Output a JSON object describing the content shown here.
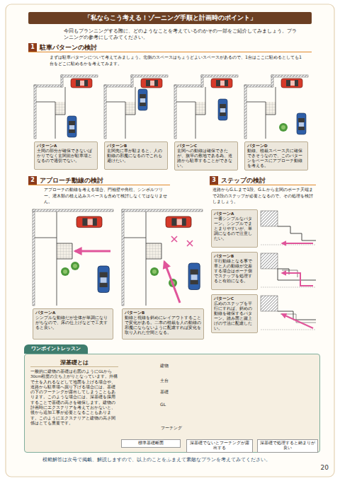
{
  "diagram": {
    "title": "「私ならこう考える！ゾーニング手順と計画時のポイント」",
    "nodes": [
      {
        "text": [
          "「私ならこう考える！ゾーニング手順と計画時のポイント」"
        ]
      },
      {
        "text": [
          "パターンA",
          "土間の部分が確保できないばかりでなく玄関前が駐車場となるので適切でない。"
        ]
      },
      {
        "text": [
          "パターンB",
          "玄関先に車が駐まると、人の動線の邪魔になるのでこれも避けたい。"
        ]
      },
      {
        "text": [
          "パターンC",
          "玄関への動線は確保できたが、旗竿の敷地である為、道路から駐車することができない。"
        ]
      },
      {
        "text": [
          "パターンD",
          "動線、植栽スペース共に確保できそうなので、このパターンをベースにアプローチ動線を考える。"
        ]
      },
      {
        "text": [
          "パターンA",
          "シンプルな動線だが全体が単調になりがちなので、床の仕上げなどで工夫すると良い。"
        ]
      },
      {
        "text": [
          "パターンB",
          "動線と視線を斜めにレイアウトすることで変化がある。二本の植栽を人の動線の邪魔にならないように配慮すれば変化を取り入れた空間となる。"
        ]
      },
      {
        "text": [
          "パターンA",
          "一番シンプルなパターン。シンプルでまとまりやすいが、単調になるので注意したい。"
        ]
      },
      {
        "text": [
          "パターンB",
          "平行動線となる事で車と人の動線が交差する場合はポーチ側でステップを処理すると有効になる。"
        ]
      },
      {
        "text": [
          "パターンC",
          "広めのステップを平行にすれば、斜めの動線を確保するパターン。踏み面と蹴上げの寸法に配慮したい。"
        ]
      },
      {
        "text": [
          "ワンポイントレッスン",
          "深基礎とは",
          "一般的に建物の基礎は右図のようにGLから30cm程度の立ち上がりとなっています。外構で土を入れるなどして地面を上げる場合や、道路から駐車場へ掘り下げる場合には、基礎の下のフーチングが露出してしまうこともあります。このような場合には、深基礎を採用することで基礎の高さを確保します。建物の計画時にエクステリアを考えておかないと、後から追加工事が必要となることもあります。このようにエクステリアと建物の高さ関係はとても重要です。"
        ]
      },
      {
        "text": [
          "標準基礎断面"
        ],
        "in": 10
      },
      {
        "text": [
          "深基礎でないとフーチングが露出する"
        ],
        "in": 10
      },
      {
        "text": [
          "深基礎で処理すると納まりが良い"
        ],
        "in": 10
      }
    ],
    "labels": [
      "今回もプランニングする際に、どのようなことを考えているのかその一部をご紹介してみましょう。プランニングの参考にしてみてください。",
      "1",
      "駐車パターンの検討",
      "まずは駐車パターンについて考えてみましょう。北側のスペースはちょうどよいスペースがあるので、1台はここに駐めるとしても1台をどこに駐めるかを考えてみます。",
      "2",
      "アプローチ動線の検討",
      "アプローチの動線を考える場合、門袖壁や角柱、シンボルツリー、灌木類の植え込みスペースも含めて検討しなくてはなりません。",
      "3",
      "ステップの検討",
      "道路からG.L.まで1段、G.L.から玄関のポーチ天端まで2段のステップが必要となるので、その処理を検討しましょう。",
      "建物",
      "土台",
      "基礎",
      "GL",
      "フーチング",
      "模範解答は次号で掲載、解説しますので、以上のことをふまえて素敵なプランを考えてみてください。",
      "20"
    ]
  }
}
